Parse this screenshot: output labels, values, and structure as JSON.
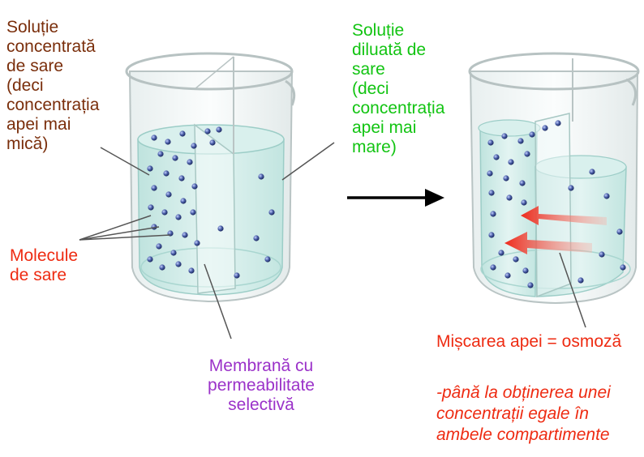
{
  "colors": {
    "concentrated_label": "#7a2e0b",
    "diluted_label": "#12c412",
    "molecules_label": "#ee2b12",
    "membrane_label": "#9b32c9",
    "osmosis_label": "#ee2b12",
    "water": "#cfece9",
    "molecule": "#3b4f8f",
    "arrow": "#ee3322"
  },
  "labels": {
    "concentrated": "Soluție\nconcentrată\nde sare\n(deci\nconcentrația\napei mai\nmică)",
    "diluted": "Soluție\ndiluată de\nsare\n(deci\nconcentrația\napei mai\nmare)",
    "molecules": "Molecule\nde sare",
    "membrane": "Membrană cu\npermeabilitate\nselectivă",
    "osmosis": "Mișcarea apei = osmoză",
    "note": "-până la obținerea unei\nconcentrații egale în\nambele compartimente"
  },
  "icons": [
    "beaker-before-icon",
    "beaker-after-icon",
    "transition-arrow-icon",
    "water-flow-arrows-icon",
    "salt-molecule-icon"
  ]
}
